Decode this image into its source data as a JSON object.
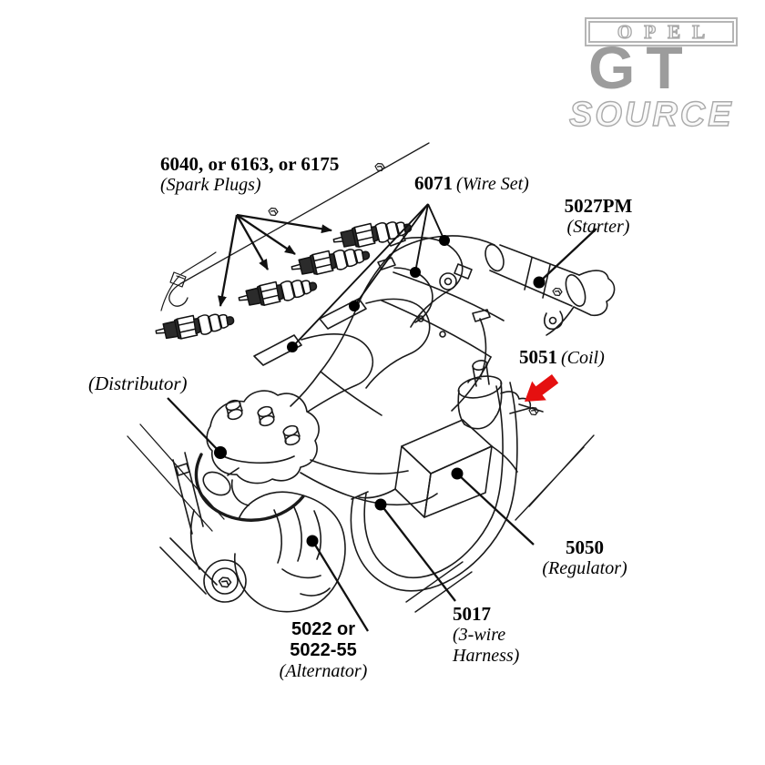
{
  "logo": {
    "opel": "OPEL",
    "gt": "GT",
    "source": "SOURCE"
  },
  "callouts": {
    "spark_plugs": {
      "part": "6040, or 6163, or 6175",
      "name": "(Spark Plugs)"
    },
    "wire_set": {
      "part": "6071",
      "name": "(Wire Set)"
    },
    "starter": {
      "part": "5027PM",
      "name": "(Starter)"
    },
    "coil": {
      "part": "5051",
      "name": "(Coil)"
    },
    "distributor": {
      "name": "(Distributor)"
    },
    "regulator": {
      "part": "5050",
      "name": "(Regulator)"
    },
    "harness": {
      "part": "5017",
      "name_line1": "(3-wire",
      "name_line2": "Harness)"
    },
    "alternator": {
      "part_line1": "5022 or",
      "part_line2": "5022-55",
      "name": "(Alternator)"
    }
  },
  "colors": {
    "line": "#1a1a1a",
    "highlight_arrow": "#e51010",
    "logo_gray": "#9c9c9c"
  }
}
